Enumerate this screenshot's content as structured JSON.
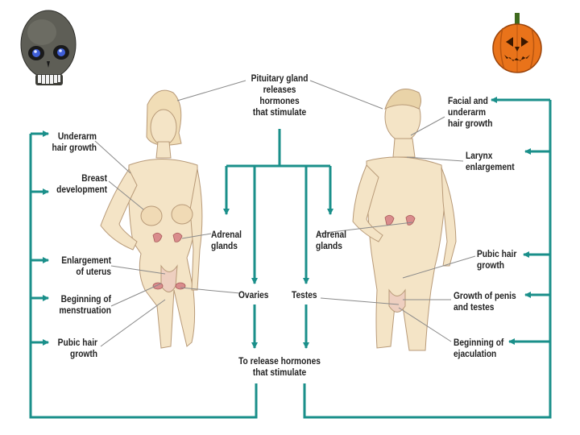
{
  "colors": {
    "arrow": "#1a8f8a",
    "skin": "#f4e4c6",
    "skin_outline": "#b89a78",
    "gland": "#d98c8c",
    "leader": "#8a8a8a",
    "pumpkin": "#e9731a",
    "skull": "#5a5a52"
  },
  "icons": {
    "top_left": "skull-icon",
    "top_right": "jack-o-lantern-icon"
  },
  "labels": {
    "pituitary": "Pituitary gland\nreleases\nhormones\nthat stimulate",
    "underarm_f": "Underarm\nhair growth",
    "breast": "Breast\ndevelopment",
    "uterus": "Enlargement\nof uterus",
    "menstruation": "Beginning of\nmenstruation",
    "pubic_f": "Pubic hair\ngrowth",
    "adrenal_left": "Adrenal\nglands",
    "adrenal_right": "Adrenal\nglands",
    "ovaries": "Ovaries",
    "testes": "Testes",
    "release": "To release hormones\nthat stimulate",
    "facial": "Facial and\nunderarm\nhair growth",
    "larynx": "Larynx\nenlargement",
    "pubic_m": "Pubic hair\ngrowth",
    "penis": "Growth of penis\nand testes",
    "ejaculation": "Beginning of\nejaculation"
  }
}
